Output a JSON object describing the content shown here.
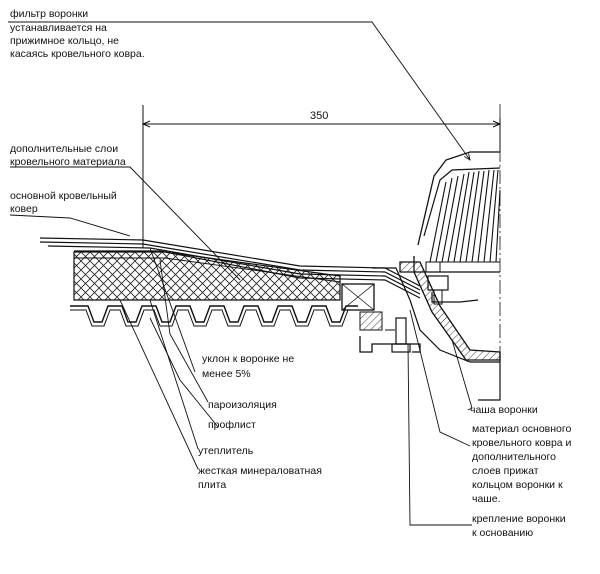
{
  "labels": {
    "filter": [
      "фильтр воронки",
      "устанавливается на",
      "прижимное кольцо, не",
      "касаясь  кровельного ковра."
    ],
    "extra_layers": [
      "дополнительные слои",
      "кровельного материала"
    ],
    "main_carpet": [
      "основной кровельный",
      "ковер"
    ],
    "slope": [
      "уклон  к воронке не",
      "менее 5%"
    ],
    "vapor": [
      "пароизоляция"
    ],
    "profdeck": [
      "профлист"
    ],
    "insulation": [
      "утеплитель"
    ],
    "mineral_plate": [
      "жесткая минераловатная",
      "плита"
    ],
    "bowl": [
      "чаша воронки"
    ],
    "material_pressed": [
      "материал основного",
      "кровельного ковра и",
      "дополнительного",
      "слоев  прижат",
      "кольцом воронки к",
      "чаше."
    ],
    "fastening": [
      "крепление воронки",
      "к основанию"
    ]
  },
  "dimension": "350",
  "colors": {
    "ink": "#111111",
    "paper": "#ffffff"
  }
}
